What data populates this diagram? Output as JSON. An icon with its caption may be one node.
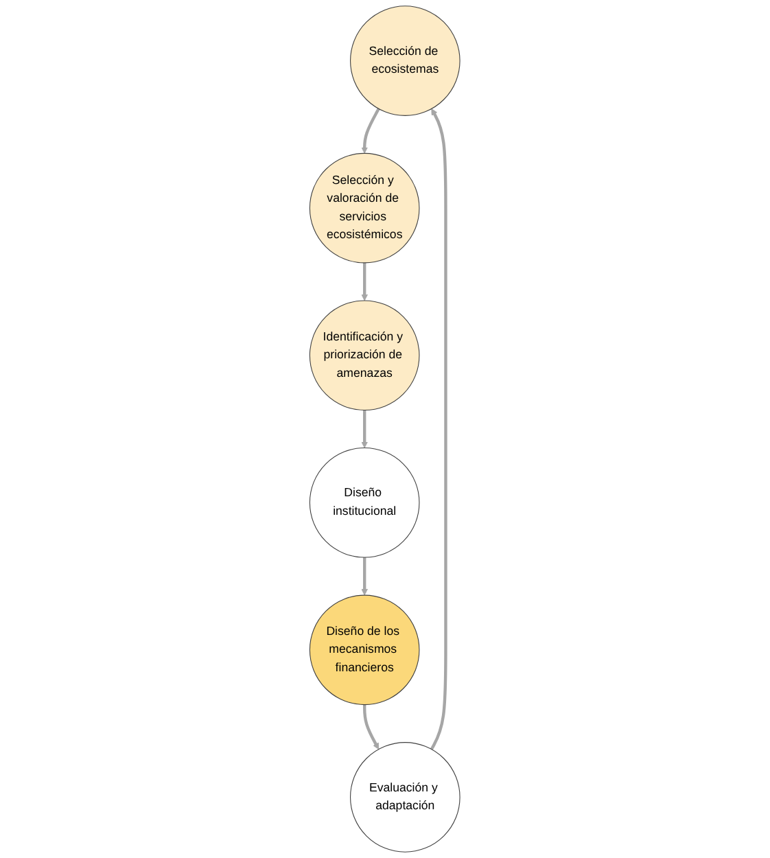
{
  "diagram": {
    "nodes": [
      {
        "text": [
          "Selección de ecosistemas"
        ]
      },
      {
        "text": [
          "Selección y valoración de servicios ecosistémicos"
        ]
      },
      {
        "text": [
          "Identificación y priorización de amenazas"
        ]
      },
      {
        "text": [
          "Diseño institucional"
        ]
      },
      {
        "text": [
          "Diseño de los mecanismos financieros"
        ]
      },
      {
        "text": [
          "Evaluación y adaptación"
        ]
      }
    ],
    "edges": [
      {
        "from": 0,
        "to": 1,
        "arrow": "to"
      },
      {
        "from": 1,
        "to": 2,
        "arrow": "to"
      },
      {
        "from": 2,
        "to": 3,
        "arrow": "to"
      },
      {
        "from": 3,
        "to": 4,
        "arrow": "to"
      },
      {
        "from": 4,
        "to": 5,
        "arrow": "to"
      },
      {
        "from": 5,
        "to": 0,
        "arrow": "to"
      }
    ]
  }
}
